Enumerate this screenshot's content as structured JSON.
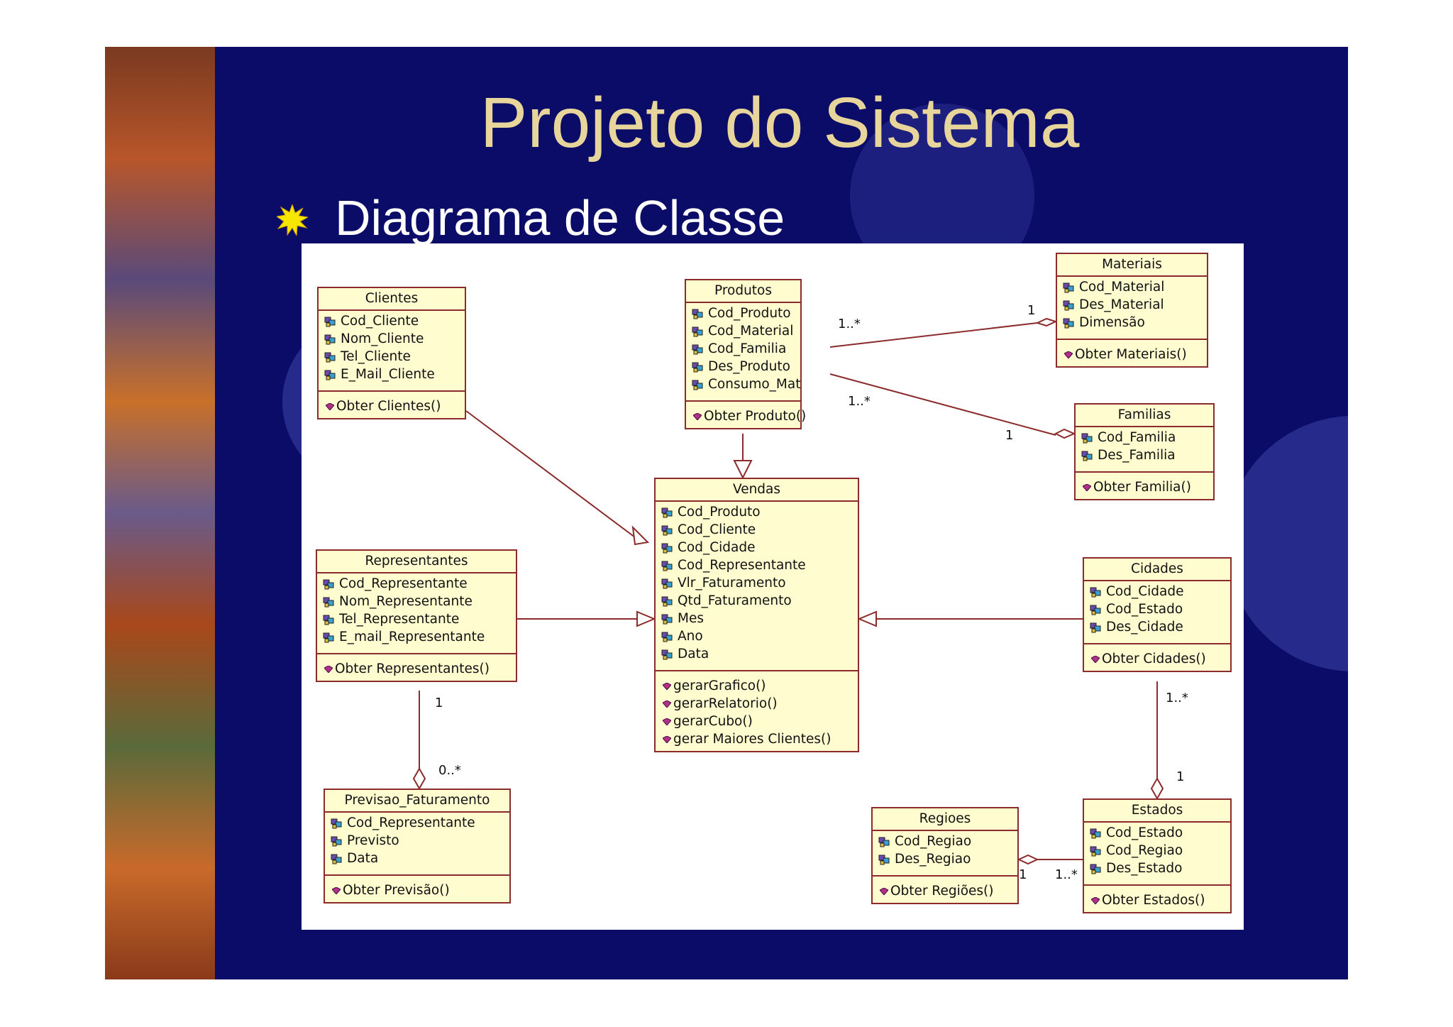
{
  "slide": {
    "title": "Projeto do Sistema",
    "subtitle": "Diagrama de Classe",
    "bullet_icon": "sun-burst-icon",
    "colors": {
      "background": "#0b0c68",
      "title": "#e8d59c",
      "subtitle": "#ffffff",
      "class_fill": "#fffdd0",
      "class_border": "#8b2b2b"
    }
  },
  "diagram": {
    "classes": [
      {
        "key": "clientes",
        "name": "Clientes",
        "attributes": [
          "Cod_Cliente",
          "Nom_Cliente",
          "Tel_Cliente",
          "E_Mail_Cliente"
        ],
        "operations": [
          "Obter Clientes()"
        ]
      },
      {
        "key": "produtos",
        "name": "Produtos",
        "attributes": [
          "Cod_Produto",
          "Cod_Material",
          "Cod_Familia",
          "Des_Produto",
          "Consumo_Mat"
        ],
        "operations": [
          "Obter Produto()"
        ]
      },
      {
        "key": "materiais",
        "name": "Materiais",
        "attributes": [
          "Cod_Material",
          "Des_Material",
          "Dimensão"
        ],
        "operations": [
          "Obter Materiais()"
        ]
      },
      {
        "key": "familias",
        "name": "Familias",
        "attributes": [
          "Cod_Familia",
          "Des_Familia"
        ],
        "operations": [
          "Obter Familia()"
        ]
      },
      {
        "key": "vendas",
        "name": "Vendas",
        "attributes": [
          "Cod_Produto",
          "Cod_Cliente",
          "Cod_Cidade",
          "Cod_Representante",
          "Vlr_Faturamento",
          "Qtd_Faturamento",
          "Mes",
          "Ano",
          "Data"
        ],
        "operations": [
          "gerarGrafico()",
          "gerarRelatorio()",
          "gerarCubo()",
          "gerar Maiores Clientes()"
        ]
      },
      {
        "key": "representantes",
        "name": "Representantes",
        "attributes": [
          "Cod_Representante",
          "Nom_Representante",
          "Tel_Representante",
          "E_mail_Representante"
        ],
        "operations": [
          "Obter Representantes()"
        ]
      },
      {
        "key": "cidades",
        "name": "Cidades",
        "attributes": [
          "Cod_Cidade",
          "Cod_Estado",
          "Des_Cidade"
        ],
        "operations": [
          "Obter Cidades()"
        ]
      },
      {
        "key": "previsao",
        "name": "Previsao_Faturamento",
        "attributes": [
          "Cod_Representante",
          "Previsto",
          "Data"
        ],
        "operations": [
          "Obter Previsão()"
        ]
      },
      {
        "key": "regioes",
        "name": "Regioes",
        "attributes": [
          "Cod_Regiao",
          "Des_Regiao"
        ],
        "operations": [
          "Obter Regiões()"
        ]
      },
      {
        "key": "estados",
        "name": "Estados",
        "attributes": [
          "Cod_Estado",
          "Cod_Regiao",
          "Des_Estado"
        ],
        "operations": [
          "Obter Estados()"
        ]
      }
    ],
    "relations": [
      {
        "from": "Clientes",
        "to": "Vendas",
        "type": "generalization"
      },
      {
        "from": "Produtos",
        "to": "Vendas",
        "type": "generalization"
      },
      {
        "from": "Representantes",
        "to": "Vendas",
        "type": "generalization"
      },
      {
        "from": "Cidades",
        "to": "Vendas",
        "type": "generalization"
      },
      {
        "from": "Produtos",
        "to": "Materiais",
        "type": "aggregation",
        "from_mult": "1..*",
        "to_mult": "1"
      },
      {
        "from": "Produtos",
        "to": "Familias",
        "type": "aggregation",
        "from_mult": "1..*",
        "to_mult": "1"
      },
      {
        "from": "Representantes",
        "to": "Previsao_Faturamento",
        "type": "aggregation",
        "from_mult": "1",
        "to_mult": "0..*"
      },
      {
        "from": "Cidades",
        "to": "Estados",
        "type": "aggregation",
        "from_mult": "1..*",
        "to_mult": "1"
      },
      {
        "from": "Estados",
        "to": "Regioes",
        "type": "aggregation",
        "from_mult": "1..*",
        "to_mult": "1"
      }
    ]
  }
}
